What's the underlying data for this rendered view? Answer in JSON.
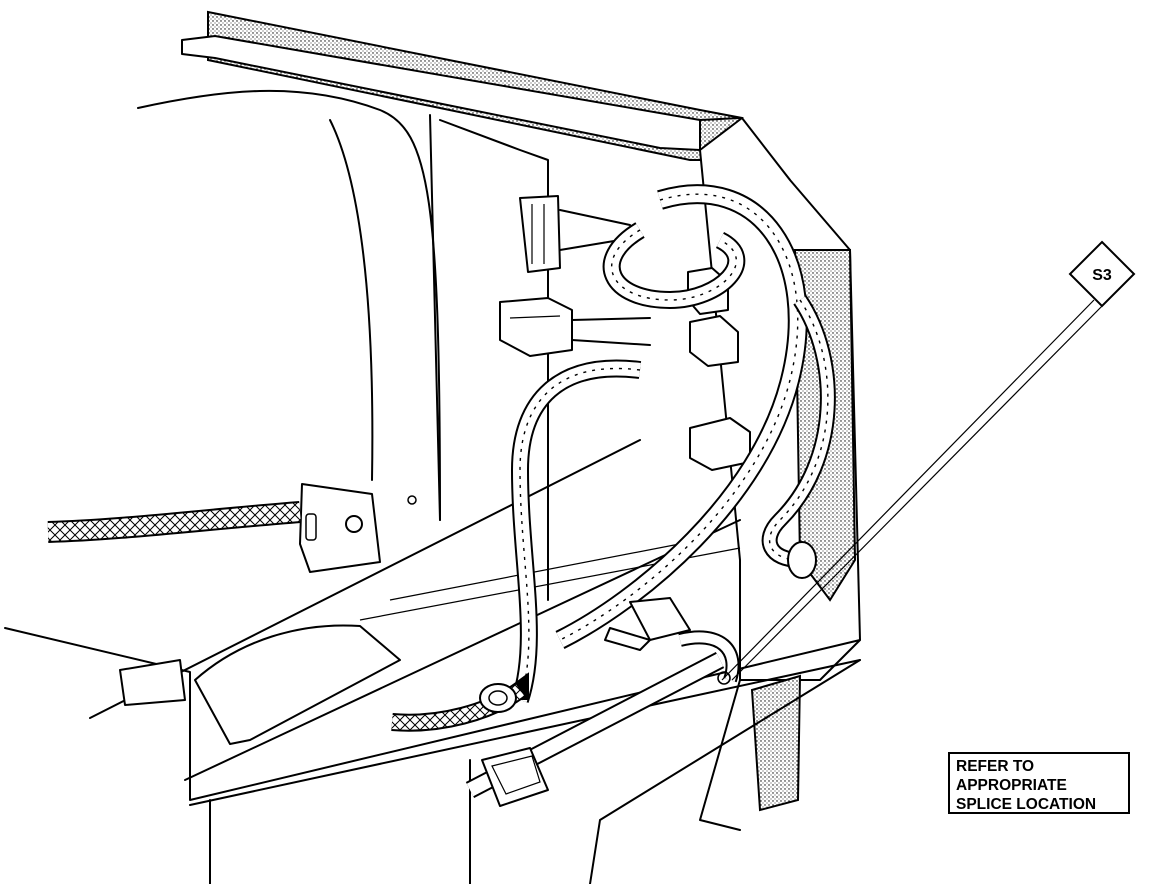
{
  "callout": {
    "splice_id": "S3"
  },
  "note": {
    "lines": [
      "REFER TO",
      "APPROPRIATE",
      "SPLICE LOCATION"
    ]
  },
  "colors": {
    "line": "#000000",
    "background": "#ffffff"
  }
}
